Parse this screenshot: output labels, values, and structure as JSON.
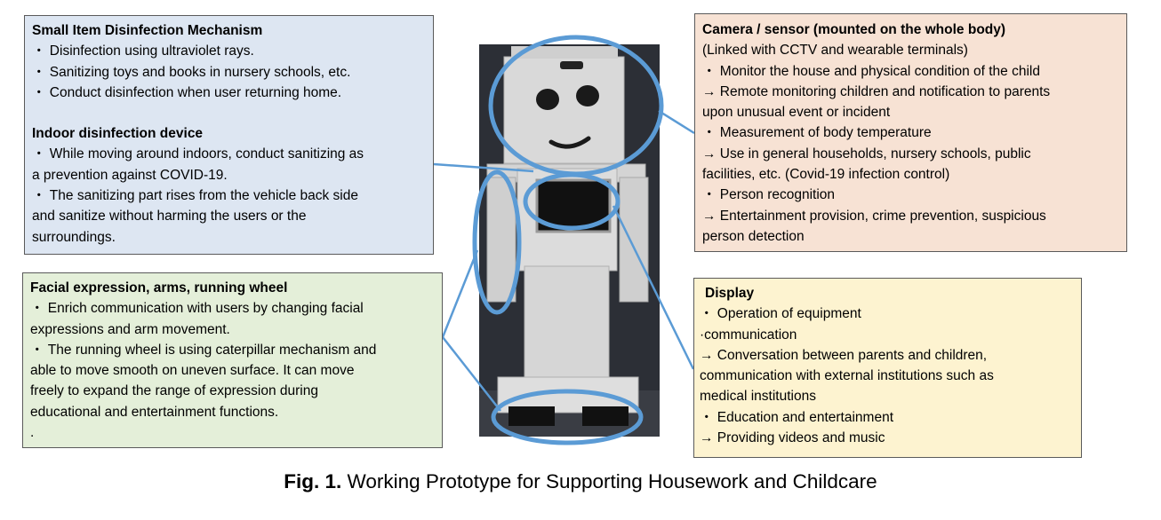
{
  "uv_box": {
    "title": "Small Item Disinfection Mechanism",
    "lines": [
      "・ Disinfection using ultraviolet rays.",
      "・ Sanitizing toys and books in nursery schools, etc.",
      "・ Conduct disinfection when user returning home."
    ],
    "title2": "Indoor disinfection device",
    "lines2": [
      "・ While moving around indoors, conduct sanitizing as",
      "a prevention against COVID-19.",
      "・ The sanitizing part rises from the vehicle back side",
      "and sanitize without harming the users or the",
      "surroundings."
    ]
  },
  "face_box": {
    "title": "Facial expression, arms, running wheel",
    "lines": [
      "・ Enrich communication with users by changing facial",
      "expressions and arm movement.",
      "・ The running wheel is using caterpillar mechanism and",
      "able to move smooth on uneven surface. It can move",
      "freely to expand the range of expression during",
      "educational and entertainment functions.",
      "."
    ]
  },
  "camera_box": {
    "title": "Camera / sensor (mounted on the whole body)",
    "lines": [
      "(Linked with CCTV and wearable terminals)",
      "・ Monitor the house and physical condition of the child",
      "→ Remote monitoring children and notification to parents",
      "upon unusual event or incident",
      "・ Measurement of body temperature",
      "→ Use in general households, nursery schools, public",
      "facilities, etc. (Covid-19 infection control)",
      "・ Person recognition",
      "→ Entertainment provision, crime prevention, suspicious",
      "person detection"
    ]
  },
  "display_box": {
    "title": "Display",
    "lines": [
      "・ Operation of equipment",
      "·communication",
      "→ Conversation between parents and children,",
      "communication with external institutions such as",
      "medical institutions",
      "・ Education and entertainment",
      "→ Providing videos and music"
    ]
  },
  "caption": {
    "label": "Fig. 1.",
    "text": " Working Prototype for Supporting Housework and Childcare"
  },
  "colors": {
    "uv_bg": "#dde6f2",
    "face_bg": "#e4efd9",
    "camera_bg": "#f7e2d4",
    "display_bg": "#fdf3d0",
    "highlight": "#5b9bd5"
  }
}
